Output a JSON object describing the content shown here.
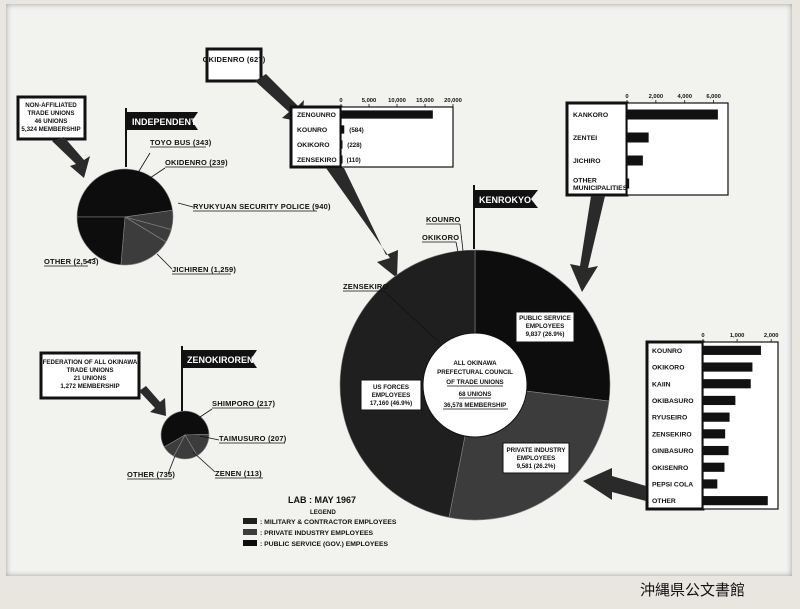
{
  "chart_data": [
    {
      "type": "pie",
      "name": "independent",
      "title": "INDEPENDENT",
      "note": [
        "NON-AFFILIATED",
        "TRADE UNIONS",
        "46 UNIONS",
        "5,324 MEMBERSHIP"
      ],
      "slices": [
        {
          "label": "OTHER",
          "value": 2543,
          "text": "OTHER (2,543)",
          "category": "public"
        },
        {
          "label": "TOYO BUS",
          "value": 343,
          "text": "TOYO BUS (343)",
          "category": "private"
        },
        {
          "label": "OKIDENRO",
          "value": 239,
          "text": "OKIDENRO (239)",
          "category": "private"
        },
        {
          "label": "RYUKYUAN SECURITY POLICE",
          "value": 940,
          "text": "RYUKYUAN SECURITY POLICE (940)",
          "category": "private"
        },
        {
          "label": "JICHIREN",
          "value": 1259,
          "text": "JICHIREN (1,259)",
          "category": "public"
        }
      ]
    },
    {
      "type": "pie",
      "name": "zenokiroren",
      "title": "ZENOKIROREN",
      "note": [
        "FEDERATION OF ALL OKINAWA",
        "TRADE UNIONS",
        "21 UNIONS",
        "1,272 MEMBERSHIP"
      ],
      "slices": [
        {
          "label": "OTHER",
          "value": 735,
          "text": "OTHER (735)",
          "category": "public"
        },
        {
          "label": "SHIMPORO",
          "value": 217,
          "text": "SHIMPORO (217)",
          "category": "private"
        },
        {
          "label": "TAIMUSURO",
          "value": 207,
          "text": "TAIMUSURO (207)",
          "category": "private"
        },
        {
          "label": "ZENEN",
          "value": 113,
          "text": "ZENEN (113)",
          "category": "private"
        }
      ]
    },
    {
      "type": "pie",
      "name": "kenrokyo",
      "title": "KENROKYO",
      "center": [
        "ALL OKINAWA",
        "PREFECTURAL COUNCIL",
        "OF TRADE UNIONS",
        "68 UNIONS",
        "36,578 MEMBERSHIP"
      ],
      "slices": [
        {
          "label": "PUBLIC SERVICE EMPLOYEES",
          "value": 9837,
          "pct": "26.9%",
          "lines": [
            "PUBLIC SERVICE",
            "EMPLOYEES",
            "9,837 (26.9%)"
          ],
          "category": "public"
        },
        {
          "label": "PRIVATE INDUSTRY EMPLOYEES",
          "value": 9581,
          "pct": "26.2%",
          "lines": [
            "PRIVATE INDUSTRY",
            "EMPLOYEES",
            "9,581 (26.2%)"
          ],
          "category": "private"
        },
        {
          "label": "US FORCES EMPLOYEES",
          "value": 17160,
          "pct": "46.9%",
          "lines": [
            "US FORCES",
            "EMPLOYEES",
            "17,160 (46.9%)"
          ],
          "category": "military"
        }
      ],
      "small_labels": [
        "KOUNRO",
        "OKIKORO",
        "ZENSEKIRO"
      ]
    },
    {
      "type": "bar",
      "name": "okidenro-bars",
      "note": "OKIDENRO (627)",
      "xlim": [
        0,
        20000
      ],
      "ticks": [
        0,
        5000,
        10000,
        15000,
        20000
      ],
      "tick_labels": [
        "0",
        "5,000",
        "10,000",
        "15,000",
        "20,000"
      ],
      "categories": [
        "ZENGUNRO",
        "KOUNRO",
        "OKIKORO",
        "ZENSEKIRO"
      ],
      "values": [
        16400,
        584,
        228,
        110
      ],
      "value_labels": [
        "",
        "(584)",
        "(228)",
        "(110)"
      ]
    },
    {
      "type": "bar",
      "name": "kankoro-bars",
      "xlim": [
        0,
        7000
      ],
      "ticks": [
        0,
        2000,
        4000,
        6000
      ],
      "tick_labels": [
        "0",
        "2,000",
        "4,000",
        "6,000"
      ],
      "categories": [
        "KANKORO",
        "ZENTEI",
        "JICHIRO",
        "OTHER MUNICIPALITIES"
      ],
      "values": [
        6300,
        1500,
        1100,
        150
      ]
    },
    {
      "type": "bar",
      "name": "private-bars",
      "xlim": [
        0,
        2200
      ],
      "ticks": [
        0,
        1000,
        2000
      ],
      "tick_labels": [
        "0",
        "1,000",
        "2,000"
      ],
      "categories": [
        "KOUNRO",
        "OKIKORO",
        "KAIIN",
        "OKIBASURO",
        "RYUSEIRO",
        "ZENSEKIRO",
        "GINBASURO",
        "OKISENRO",
        "PEPSI COLA",
        "OTHER"
      ],
      "values": [
        1700,
        1450,
        1400,
        950,
        780,
        650,
        750,
        630,
        420,
        1900
      ]
    }
  ],
  "legend": {
    "title": "LAB : MAY 1967",
    "subtitle": "LEGEND",
    "items": [
      {
        "key": "military",
        "label": ": MILITARY & CONTRACTOR EMPLOYEES"
      },
      {
        "key": "private",
        "label": ": PRIVATE INDUSTRY EMPLOYEES"
      },
      {
        "key": "public",
        "label": ": PUBLIC SERVICE (GOV.) EMPLOYEES"
      }
    ]
  },
  "colors": {
    "military": "#1f1f1f",
    "private": "#3c3c3c",
    "public": "#0d0d0d",
    "paper": "#f2f2ef",
    "ink": "#111111"
  },
  "watermark": "沖縄県公文書館"
}
